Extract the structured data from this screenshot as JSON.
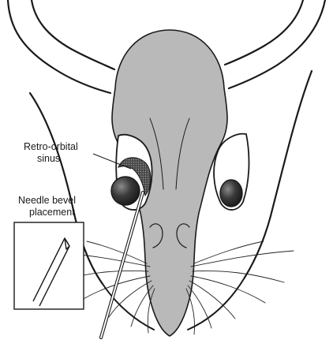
{
  "labels": {
    "sinus_line1": "Retro-orbital",
    "sinus_line2": "sinus",
    "inset_line1": "Needle bevel",
    "inset_line2": "placement"
  },
  "colors": {
    "head_fill": "#b9b9b9",
    "outline": "#1a1a1a",
    "eye_fill": "#3a3a3a",
    "sinus_fill": "#5a5a5a",
    "background": "#ffffff"
  }
}
